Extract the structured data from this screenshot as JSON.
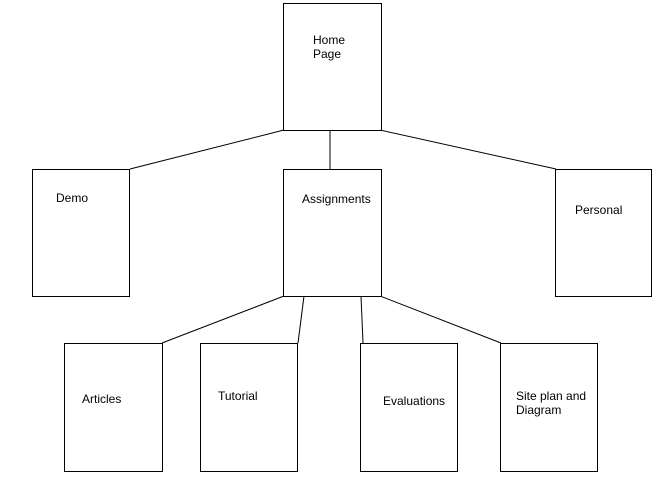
{
  "diagram": {
    "nodes": {
      "home": {
        "label_line1": "Home",
        "label_line2": "Page"
      },
      "demo": {
        "label": "Demo"
      },
      "assignments": {
        "label": "Assignments"
      },
      "personal": {
        "label": "Personal"
      },
      "articles": {
        "label": "Articles"
      },
      "tutorial": {
        "label": "Tutorial"
      },
      "evaluations": {
        "label": "Evaluations"
      },
      "site_plan": {
        "label_line1": "Site plan and",
        "label_line2": "Diagram"
      }
    },
    "edges": [
      {
        "from": "Home Page",
        "to": "Demo"
      },
      {
        "from": "Home Page",
        "to": "Assignments"
      },
      {
        "from": "Home Page",
        "to": "Personal"
      },
      {
        "from": "Assignments",
        "to": "Articles"
      },
      {
        "from": "Assignments",
        "to": "Tutorial"
      },
      {
        "from": "Assignments",
        "to": "Evaluations"
      },
      {
        "from": "Assignments",
        "to": "Site plan and Diagram"
      }
    ],
    "colors": {
      "stroke": "#000000",
      "background": "#ffffff"
    }
  }
}
